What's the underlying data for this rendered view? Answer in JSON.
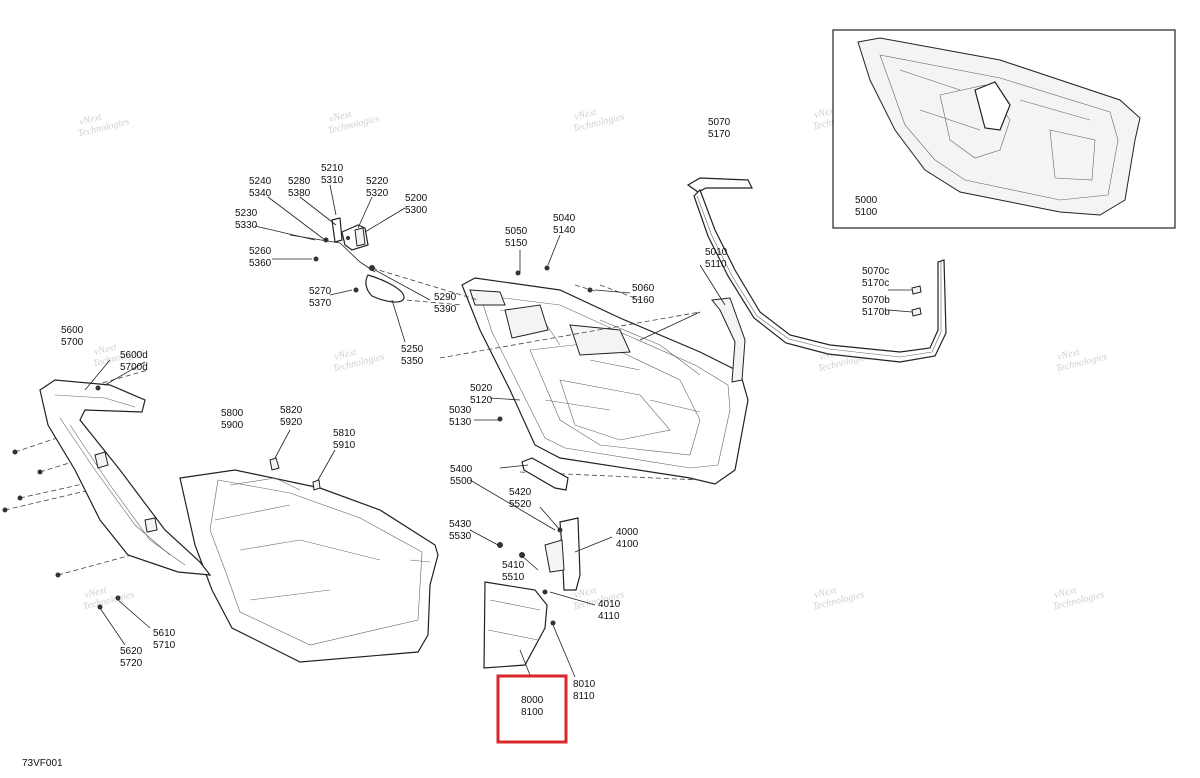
{
  "figure_code": "73VF001",
  "watermark_text": [
    "vNext",
    "Technologies"
  ],
  "highlight_color": "#d9272e",
  "callouts": {
    "c5070": [
      "5070",
      "5170"
    ],
    "c5000": [
      "5000",
      "5100"
    ],
    "c5210": [
      "5210",
      "5310"
    ],
    "c5240": [
      "5240",
      "5340"
    ],
    "c5280": [
      "5280",
      "5380"
    ],
    "c5220": [
      "5220",
      "5320"
    ],
    "c5200": [
      "5200",
      "5300"
    ],
    "c5230": [
      "5230",
      "5330"
    ],
    "c5260": [
      "5260",
      "5360"
    ],
    "c5270": [
      "5270",
      "5370"
    ],
    "c5290": [
      "5290",
      "5390"
    ],
    "c5250": [
      "5250",
      "5350"
    ],
    "c5050": [
      "5050",
      "5150"
    ],
    "c5040": [
      "5040",
      "5140"
    ],
    "c5010": [
      "5010",
      "5110"
    ],
    "c5060": [
      "5060",
      "5160"
    ],
    "c5070c": [
      "5070c",
      "5170c"
    ],
    "c5070b": [
      "5070b",
      "5170b"
    ],
    "c5600": [
      "5600",
      "5700"
    ],
    "c5600d": [
      "5600d",
      "5700d"
    ],
    "c5020": [
      "5020",
      "5120"
    ],
    "c5030": [
      "5030",
      "5130"
    ],
    "c5800": [
      "5800",
      "5900"
    ],
    "c5820": [
      "5820",
      "5920"
    ],
    "c5810": [
      "5810",
      "5910"
    ],
    "c5400": [
      "5400",
      "5500"
    ],
    "c5420": [
      "5420",
      "5520"
    ],
    "c5430": [
      "5430",
      "5530"
    ],
    "c4000": [
      "4000",
      "4100"
    ],
    "c5410": [
      "5410",
      "5510"
    ],
    "c4010": [
      "4010",
      "4110"
    ],
    "c5610": [
      "5610",
      "5710"
    ],
    "c5620": [
      "5620",
      "5720"
    ],
    "c8010": [
      "8010",
      "8110"
    ],
    "c8000": [
      "8000",
      "8100"
    ]
  }
}
